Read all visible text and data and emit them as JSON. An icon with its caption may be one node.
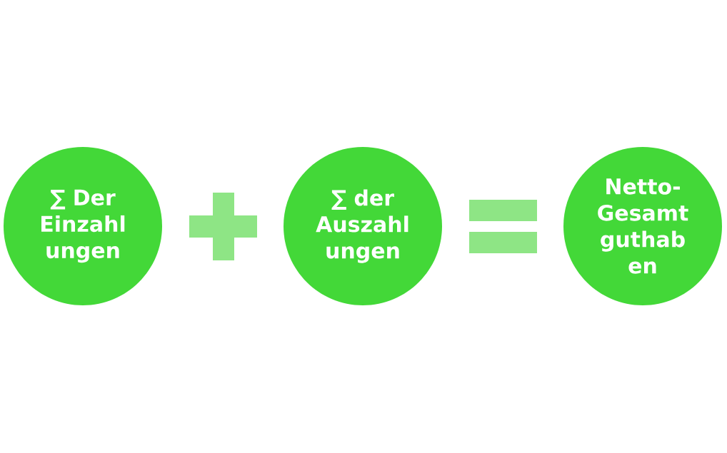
{
  "diagram": {
    "nodes": [
      {
        "text": [
          "∑ Der Einzahl ungen"
        ]
      },
      {
        "text": [
          "∑ der Auszahl ungen"
        ]
      },
      {
        "text": [
          "Netto-Gesamt guthab en"
        ]
      }
    ]
  }
}
